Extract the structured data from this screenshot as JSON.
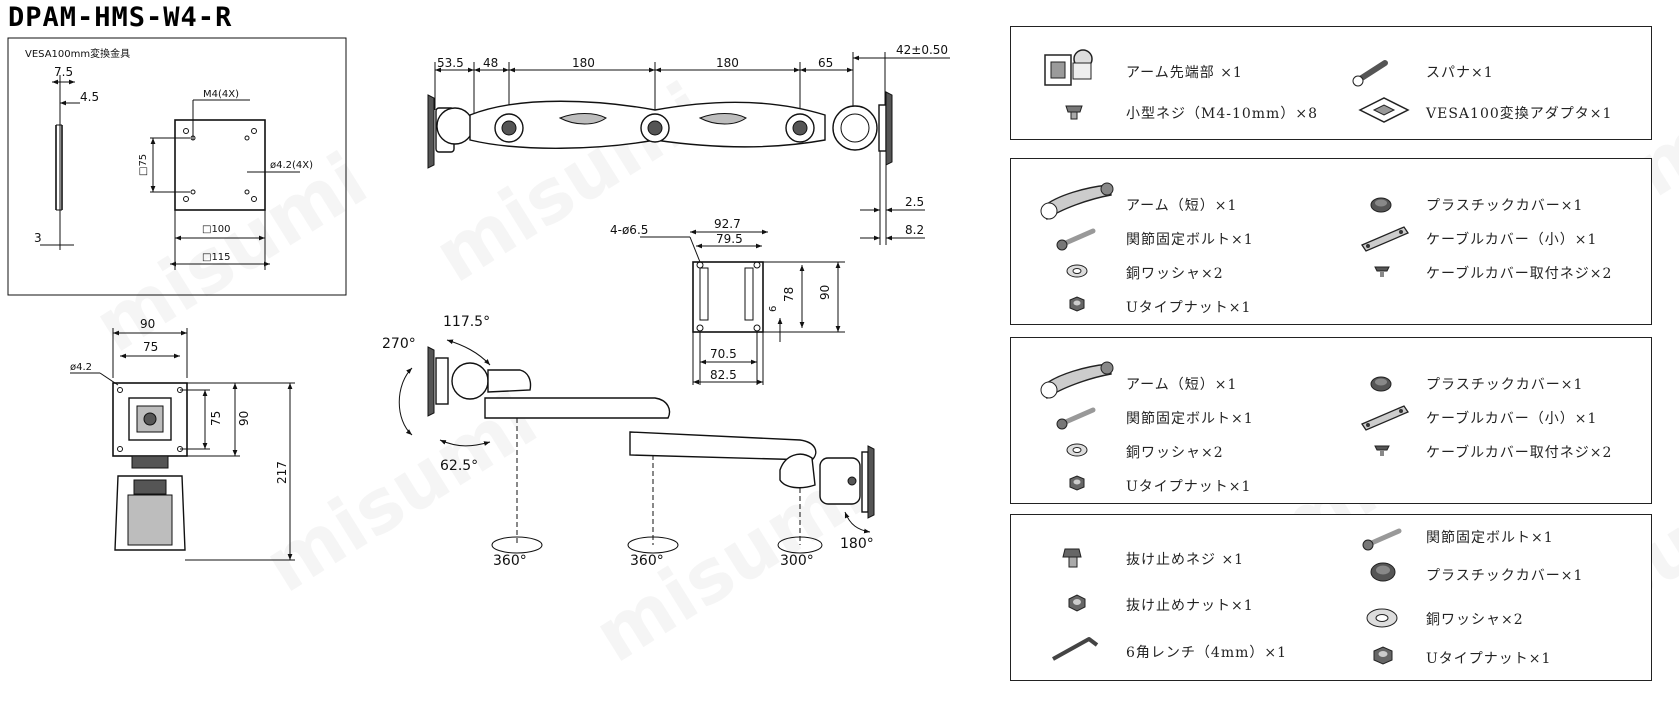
{
  "title": "DPAM-HMS-W4-R",
  "watermark": "misumi",
  "vesa_panel": {
    "label": "VESA100mm変換金具",
    "dims": {
      "d7_5": "7.5",
      "d4_5": "4.5",
      "d3": "3",
      "m4": "M4(4X)",
      "sq75": "□75",
      "hole": "ø4.2(4X)",
      "sq100": "□100",
      "sq115": "□115"
    }
  },
  "top_view": {
    "dims": [
      "53.5",
      "48",
      "180",
      "180",
      "65",
      "42±0.50"
    ],
    "side_dims": [
      "2.5",
      "8.2"
    ]
  },
  "bracket_view": {
    "dims": {
      "holes": "4-ø6.5",
      "w92_7": "92.7",
      "w79_5": "79.5",
      "h78": "78",
      "h90": "90",
      "h6": "6",
      "w70_5": "70.5",
      "w82_5": "82.5"
    }
  },
  "clamp_view": {
    "dims": {
      "w90": "90",
      "w75": "75",
      "hole": "ø4.2",
      "h75": "75",
      "h90": "90",
      "h217": "217"
    }
  },
  "side_view": {
    "angles": [
      "270°",
      "117.5°",
      "62.5°",
      "360°",
      "360°",
      "300°",
      "180°"
    ]
  },
  "kits": [
    {
      "items": [
        {
          "label": "アーム先端部 ×1",
          "icon": "arm-tip-icon"
        },
        {
          "label": "スパナ×1",
          "icon": "spanner-icon"
        },
        {
          "label": "小型ネジ（M4-10mm）×8",
          "icon": "small-screw-icon"
        },
        {
          "label": "VESA100変換アダプタ×1",
          "icon": "vesa-adapter-icon"
        }
      ]
    },
    {
      "items": [
        {
          "label": "アーム（短）×1",
          "icon": "short-arm-icon"
        },
        {
          "label": "プラスチックカバー×1",
          "icon": "plastic-cover-icon"
        },
        {
          "label": "関節固定ボルト×1",
          "icon": "joint-bolt-icon"
        },
        {
          "label": "ケーブルカバー（小）×1",
          "icon": "cable-cover-icon"
        },
        {
          "label": "銅ワッシャ×2",
          "icon": "copper-washer-icon"
        },
        {
          "label": "ケーブルカバー取付ネジ×2",
          "icon": "cable-cover-screw-icon"
        },
        {
          "label": "Uタイプナット×1",
          "icon": "u-nut-icon"
        }
      ]
    },
    {
      "items": [
        {
          "label": "アーム（短）×1",
          "icon": "short-arm-icon"
        },
        {
          "label": "プラスチックカバー×1",
          "icon": "plastic-cover-icon"
        },
        {
          "label": "関節固定ボルト×1",
          "icon": "joint-bolt-icon"
        },
        {
          "label": "ケーブルカバー（小）×1",
          "icon": "cable-cover-icon"
        },
        {
          "label": "銅ワッシャ×2",
          "icon": "copper-washer-icon"
        },
        {
          "label": "ケーブルカバー取付ネジ×2",
          "icon": "cable-cover-screw-icon"
        },
        {
          "label": "Uタイプナット×1",
          "icon": "u-nut-icon"
        }
      ]
    },
    {
      "items": [
        {
          "label": "関節固定ボルト×1",
          "icon": "joint-bolt-icon"
        },
        {
          "label": "抜け止めネジ ×1",
          "icon": "retaining-screw-icon"
        },
        {
          "label": "プラスチックカバー×1",
          "icon": "plastic-cover-icon"
        },
        {
          "label": "抜け止めナット×1",
          "icon": "retaining-nut-icon"
        },
        {
          "label": "銅ワッシャ×2",
          "icon": "copper-washer-icon"
        },
        {
          "label": "6角レンチ（4mm）×1",
          "icon": "hex-wrench-icon"
        },
        {
          "label": "Uタイプナット×1",
          "icon": "u-nut-icon"
        }
      ]
    }
  ]
}
